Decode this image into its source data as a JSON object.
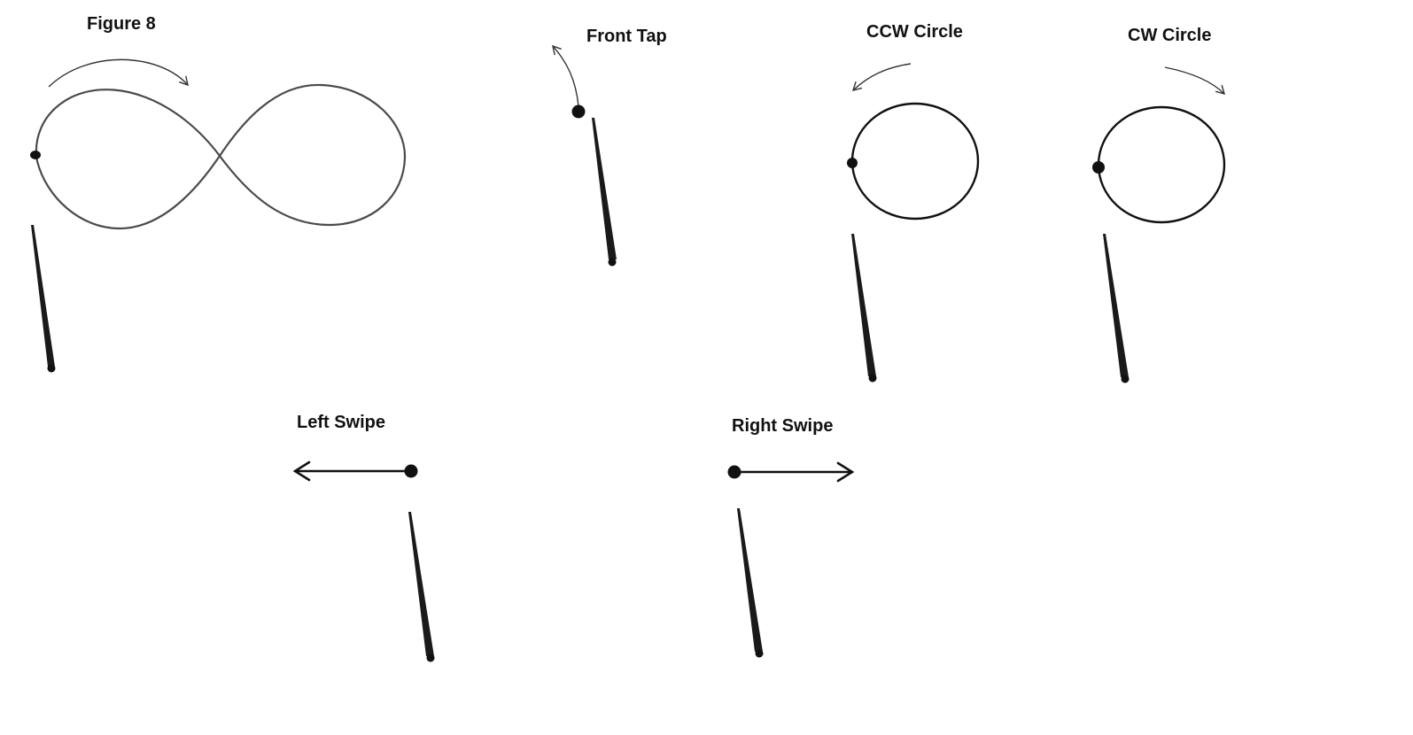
{
  "gestures": [
    {
      "id": "figure-8",
      "label": "Figure 8"
    },
    {
      "id": "front-tap",
      "label": "Front Tap"
    },
    {
      "id": "ccw-circle",
      "label": "CCW Circle"
    },
    {
      "id": "cw-circle",
      "label": "CW Circle"
    },
    {
      "id": "left-swipe",
      "label": "Left Swipe"
    },
    {
      "id": "right-swipe",
      "label": "Right Swipe"
    }
  ],
  "colors": {
    "background": "#ffffff",
    "stroke": "#111111",
    "wand": "#1a1a1a"
  },
  "icons": [
    "wand-icon",
    "motion-arrow-icon",
    "start-point-dot"
  ]
}
